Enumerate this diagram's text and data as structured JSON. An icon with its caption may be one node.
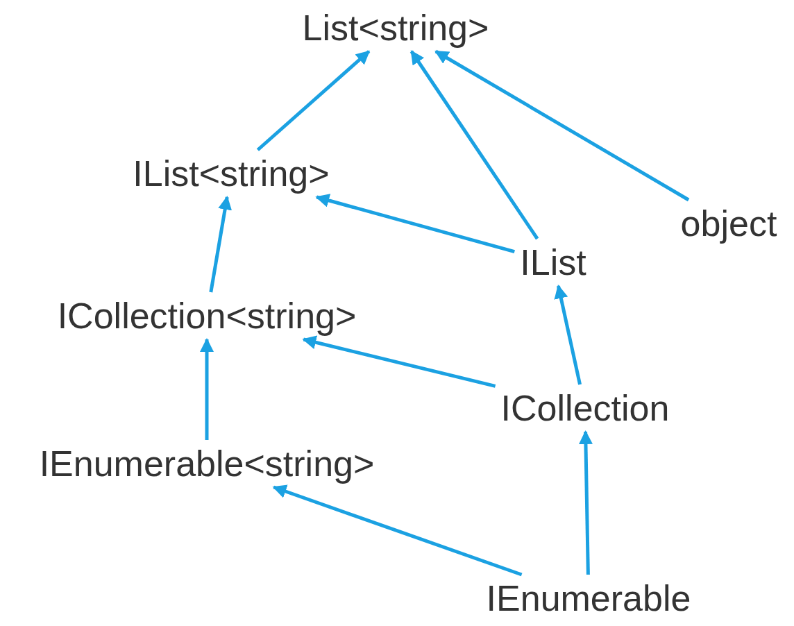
{
  "diagram": {
    "nodes": [
      {
        "text": [
          "List<string>"
        ]
      },
      {
        "text": [
          "IList<string>"
        ]
      },
      {
        "text": [
          "object"
        ]
      },
      {
        "text": [
          "IList"
        ]
      },
      {
        "text": [
          "ICollection<string>"
        ]
      },
      {
        "text": [
          "ICollection"
        ]
      },
      {
        "text": [
          "IEnumerable<string>"
        ]
      },
      {
        "text": [
          "IEnumerable"
        ]
      }
    ],
    "edges": [
      {
        "from": 1,
        "to": 0,
        "arrow": "to"
      },
      {
        "from": 3,
        "to": 0,
        "arrow": "to"
      },
      {
        "from": 2,
        "to": 0,
        "arrow": "to"
      },
      {
        "from": 3,
        "to": 1,
        "arrow": "to"
      },
      {
        "from": 4,
        "to": 1,
        "arrow": "to"
      },
      {
        "from": 5,
        "to": 4,
        "arrow": "to"
      },
      {
        "from": 5,
        "to": 3,
        "arrow": "to"
      },
      {
        "from": 6,
        "to": 4,
        "arrow": "to"
      },
      {
        "from": 7,
        "to": 6,
        "arrow": "to"
      },
      {
        "from": 7,
        "to": 5,
        "arrow": "to"
      }
    ]
  }
}
